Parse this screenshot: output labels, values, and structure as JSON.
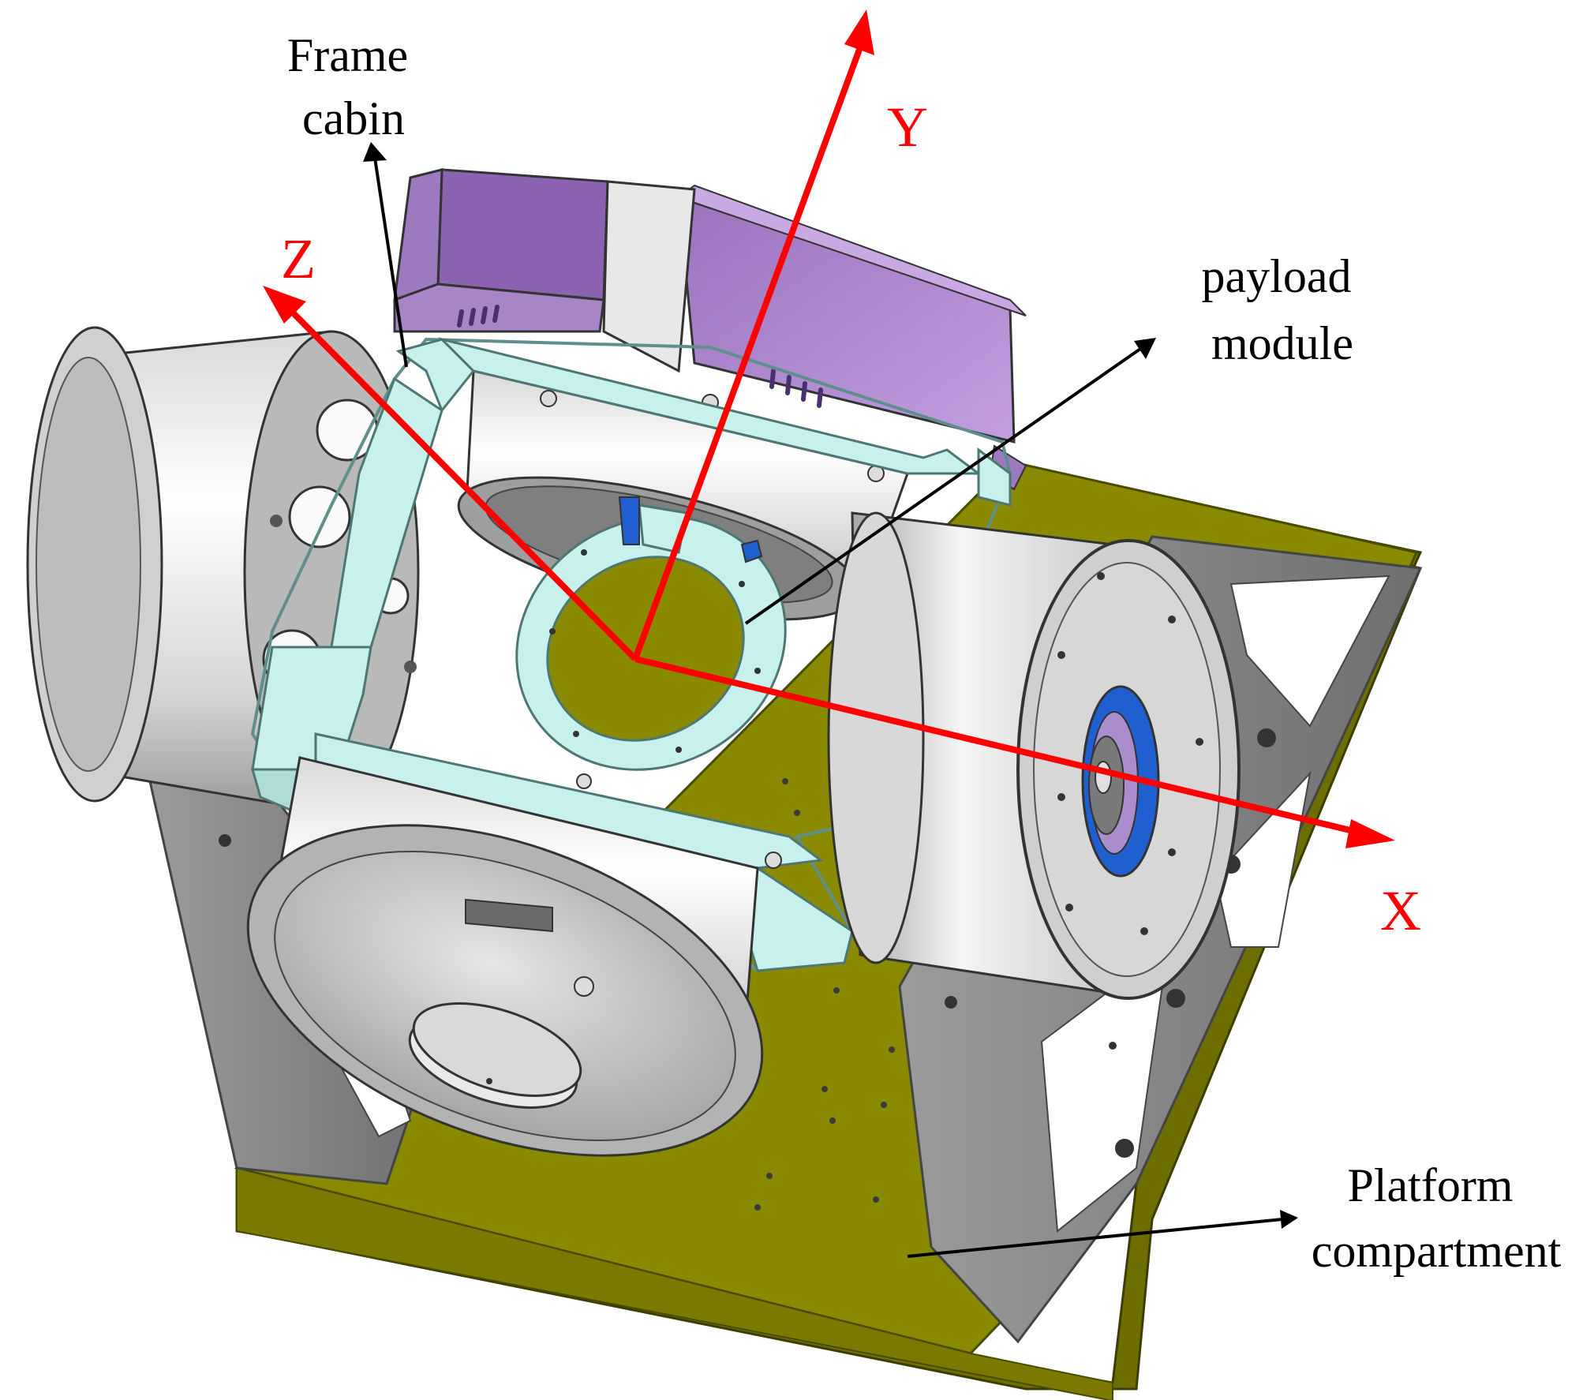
{
  "labels": {
    "frame_cabin": [
      "Frame",
      "cabin"
    ],
    "payload_module": [
      "payload",
      "module"
    ],
    "platform_compartment": [
      "Platform",
      "compartment"
    ]
  },
  "axes": {
    "x": "X",
    "y": "Y",
    "z": "Z"
  },
  "colors": {
    "axis": "#ff0000",
    "leader": "#000000",
    "platform": "#8a8a00",
    "platform_edge": "#5e5e00",
    "frame": "#c8f0ec",
    "frame_edge": "#5f8f8a",
    "cylinder_light": "#f4f4f4",
    "cylinder_dark": "#a9a9a9",
    "purple": "#a57fc4",
    "purple_dark": "#7a55a0",
    "bracket": "#8a8a8a",
    "bracket_light": "#c0c0c0",
    "blue": "#1f5fd0"
  }
}
